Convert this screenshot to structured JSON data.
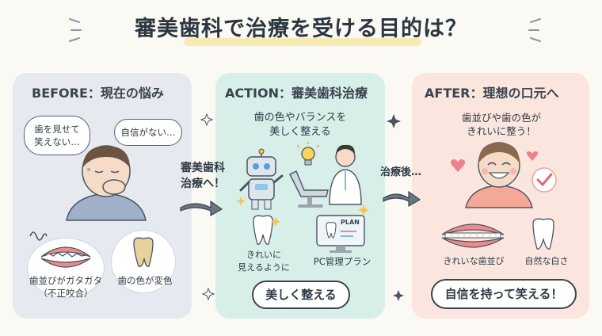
{
  "title": "審美歯科で治療を受ける目的は？",
  "before": {
    "heading": "BEFORE：現在の悩み",
    "thought_left": [
      "歯を見せて",
      "笑えない…"
    ],
    "thought_right": "自信がない…",
    "label_teeth": [
      "歯並びがガタガタ",
      "（不正咬合）"
    ],
    "label_tooth": "歯の色が変色"
  },
  "connector1": {
    "label": [
      "審美歯科",
      "治療へ！"
    ]
  },
  "action": {
    "heading": "ACTION：審美歯科治療",
    "subtitle": [
      "歯の色やバランスを",
      "美しく整える"
    ],
    "label_tooth": [
      "きれいに",
      "見えるように"
    ],
    "monitor_text": "PLAN",
    "label_pc": "PC管理プラン",
    "pill": "美しく整える"
  },
  "connector2": {
    "label": "治療後…"
  },
  "after": {
    "heading": "AFTER：理想の口元へ",
    "subtitle": [
      "歯並びや歯の色が",
      "きれいに整う！"
    ],
    "label_teeth": "きれいな歯並び",
    "label_tooth": "自然な白さ",
    "pill": "自信を持って笑える！"
  },
  "colors": {
    "before_bg": "#e6e9ef",
    "action_bg": "#d8efe9",
    "after_bg": "#fbe6df",
    "accent_yellow": "#f7e6a3",
    "heart": "#f0808a"
  },
  "icons": [
    "sparkle-icon",
    "lightbulb-icon",
    "heart-icon",
    "check-icon",
    "robot-icon",
    "dentist-icon",
    "dental-chair-icon",
    "monitor-icon",
    "tooth-icon",
    "teeth-icon",
    "arrow-icon"
  ]
}
